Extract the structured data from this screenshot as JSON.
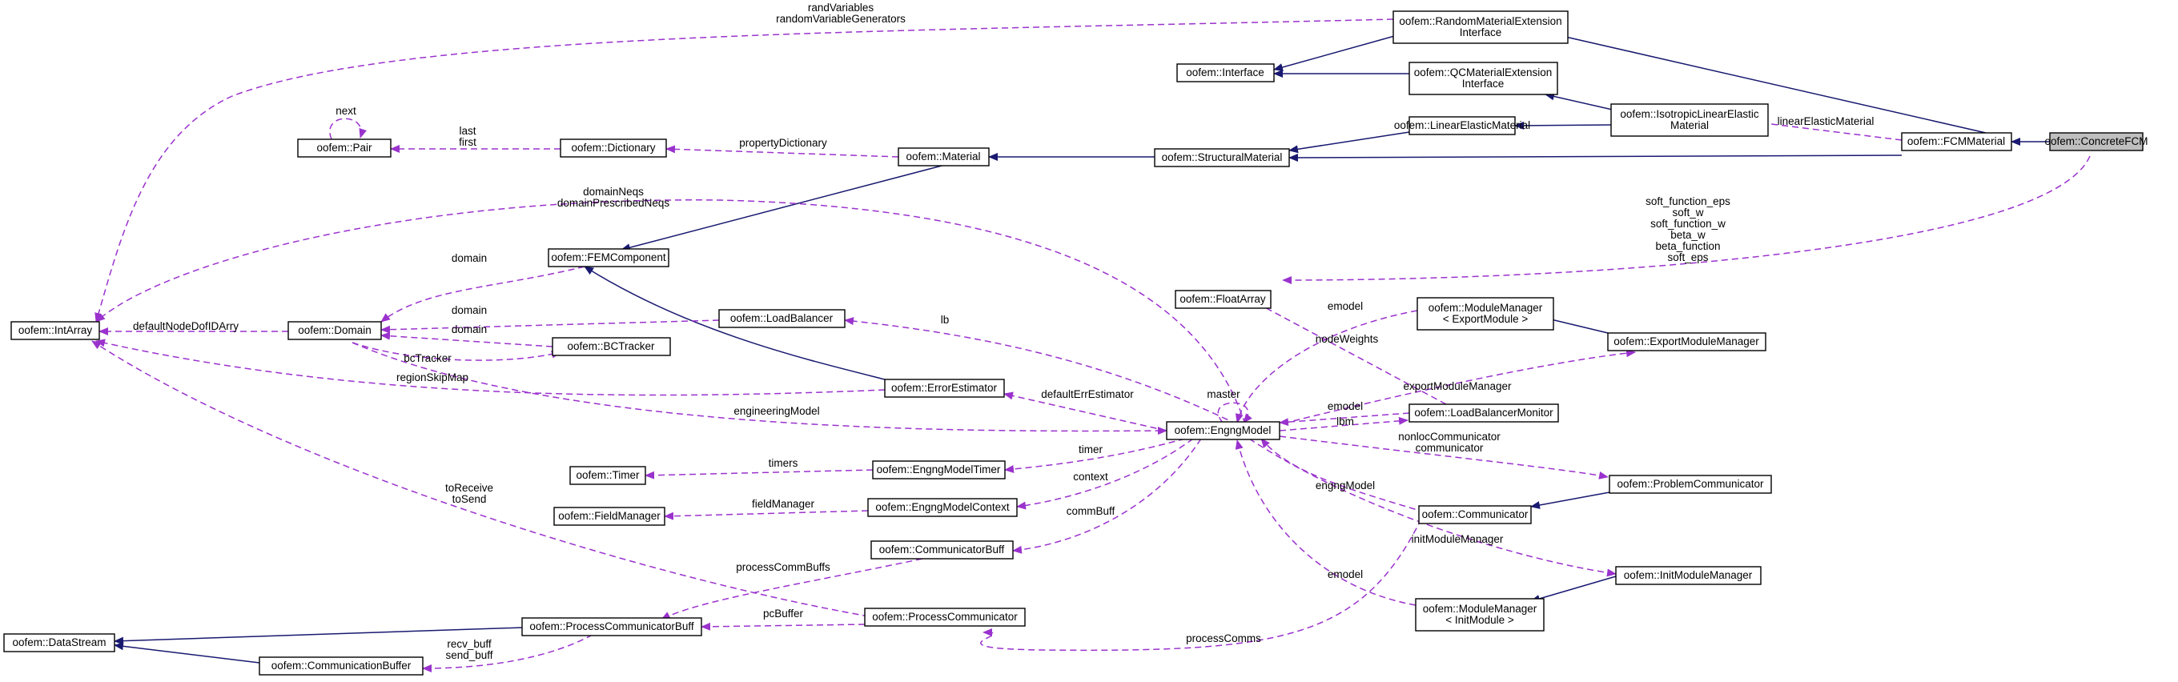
{
  "nodes": {
    "concrete_fcm": [
      "oofem::ConcreteFCM"
    ],
    "fcm_material": [
      "oofem::FCMMaterial"
    ],
    "random_material_ext": [
      "oofem::RandomMaterialExtension",
      "Interface"
    ],
    "interface": [
      "oofem::Interface"
    ],
    "qc_material_ext": [
      "oofem::QCMaterialExtension",
      "Interface"
    ],
    "isotropic_linear_elastic": [
      "oofem::IsotropicLinearElastic",
      "Material"
    ],
    "linear_elastic_material": [
      "oofem::LinearElasticMaterial"
    ],
    "structural_material": [
      "oofem::StructuralMaterial"
    ],
    "material": [
      "oofem::Material"
    ],
    "dictionary": [
      "oofem::Dictionary"
    ],
    "pair": [
      "oofem::Pair"
    ],
    "fem_component": [
      "oofem::FEMComponent"
    ],
    "int_array": [
      "oofem::IntArray"
    ],
    "domain": [
      "oofem::Domain"
    ],
    "load_balancer": [
      "oofem::LoadBalancer"
    ],
    "bc_tracker": [
      "oofem::BCTracker"
    ],
    "error_estimator": [
      "oofem::ErrorEstimator"
    ],
    "float_array": [
      "oofem::FloatArray"
    ],
    "module_manager_export": [
      "oofem::ModuleManager",
      "< ExportModule >"
    ],
    "export_module_manager": [
      "oofem::ExportModuleManager"
    ],
    "load_balancer_monitor": [
      "oofem::LoadBalancerMonitor"
    ],
    "engng_model": [
      "oofem::EngngModel"
    ],
    "timer": [
      "oofem::Timer"
    ],
    "engng_model_timer": [
      "oofem::EngngModelTimer"
    ],
    "field_manager": [
      "oofem::FieldManager"
    ],
    "engng_model_context": [
      "oofem::EngngModelContext"
    ],
    "communicator_buff": [
      "oofem::CommunicatorBuff"
    ],
    "problem_communicator": [
      "oofem::ProblemCommunicator"
    ],
    "communicator": [
      "oofem::Communicator"
    ],
    "init_module_manager": [
      "oofem::InitModuleManager"
    ],
    "module_manager_init": [
      "oofem::ModuleManager",
      "< InitModule >"
    ],
    "data_stream": [
      "oofem::DataStream"
    ],
    "process_communicator_buff": [
      "oofem::ProcessCommunicatorBuff"
    ],
    "process_communicator": [
      "oofem::ProcessCommunicator"
    ],
    "communication_buffer": [
      "oofem::CommunicationBuffer"
    ]
  },
  "edge_labels": {
    "rand_variables": [
      "randVariables",
      "randomVariableGenerators"
    ],
    "linear_elastic_material": [
      "linearElasticMaterial"
    ],
    "pair_next": [
      "next"
    ],
    "dict_last_first": [
      "last",
      "first"
    ],
    "property_dictionary": [
      "propertyDictionary"
    ],
    "domain_neqs": [
      "domainNeqs",
      "domainPrescribedNeqs"
    ],
    "soft_params": [
      "soft_function_eps",
      "soft_w",
      "soft_function_w",
      "beta_w",
      "beta_function",
      "soft_eps"
    ],
    "domain_fem": [
      "domain"
    ],
    "domain_lb": [
      "domain"
    ],
    "domain_bc": [
      "domain"
    ],
    "default_node_dof": [
      "defaultNodeDofIDArry"
    ],
    "bc_tracker": [
      "bcTracker"
    ],
    "region_skip_map": [
      "regionSkipMap"
    ],
    "engineering_model": [
      "engineeringModel"
    ],
    "lb": [
      "lb"
    ],
    "emodel_export": [
      "emodel"
    ],
    "export_module_manager": [
      "exportModuleManager"
    ],
    "node_weights": [
      "nodeWeights"
    ],
    "master": [
      "master"
    ],
    "emodel_lbm": [
      "emodel"
    ],
    "lbm": [
      "lbm"
    ],
    "default_err_estimator": [
      "defaultErrEstimator"
    ],
    "timers": [
      "timers"
    ],
    "timer": [
      "timer"
    ],
    "field_manager": [
      "fieldManager"
    ],
    "context": [
      "context"
    ],
    "comm_buff": [
      "commBuff"
    ],
    "nonloc_communicator": [
      "nonlocCommunicator",
      "communicator"
    ],
    "engng_model": [
      "engngModel"
    ],
    "init_module_manager": [
      "initModuleManager"
    ],
    "emodel_init": [
      "emodel"
    ],
    "to_receive": [
      "toReceive",
      "toSend"
    ],
    "process_comm_buffs": [
      "processCommBuffs"
    ],
    "pc_buffer": [
      "pcBuffer"
    ],
    "recv_send_buff": [
      "recv_buff",
      "send_buff"
    ],
    "process_comms": [
      "processComms"
    ]
  },
  "colors": {
    "inheritance_edge": "#191970",
    "usage_edge": "#9a32cd",
    "selected_node_fill": "#bfbfbf",
    "node_fill": "#ffffff",
    "node_border": "#000000"
  }
}
